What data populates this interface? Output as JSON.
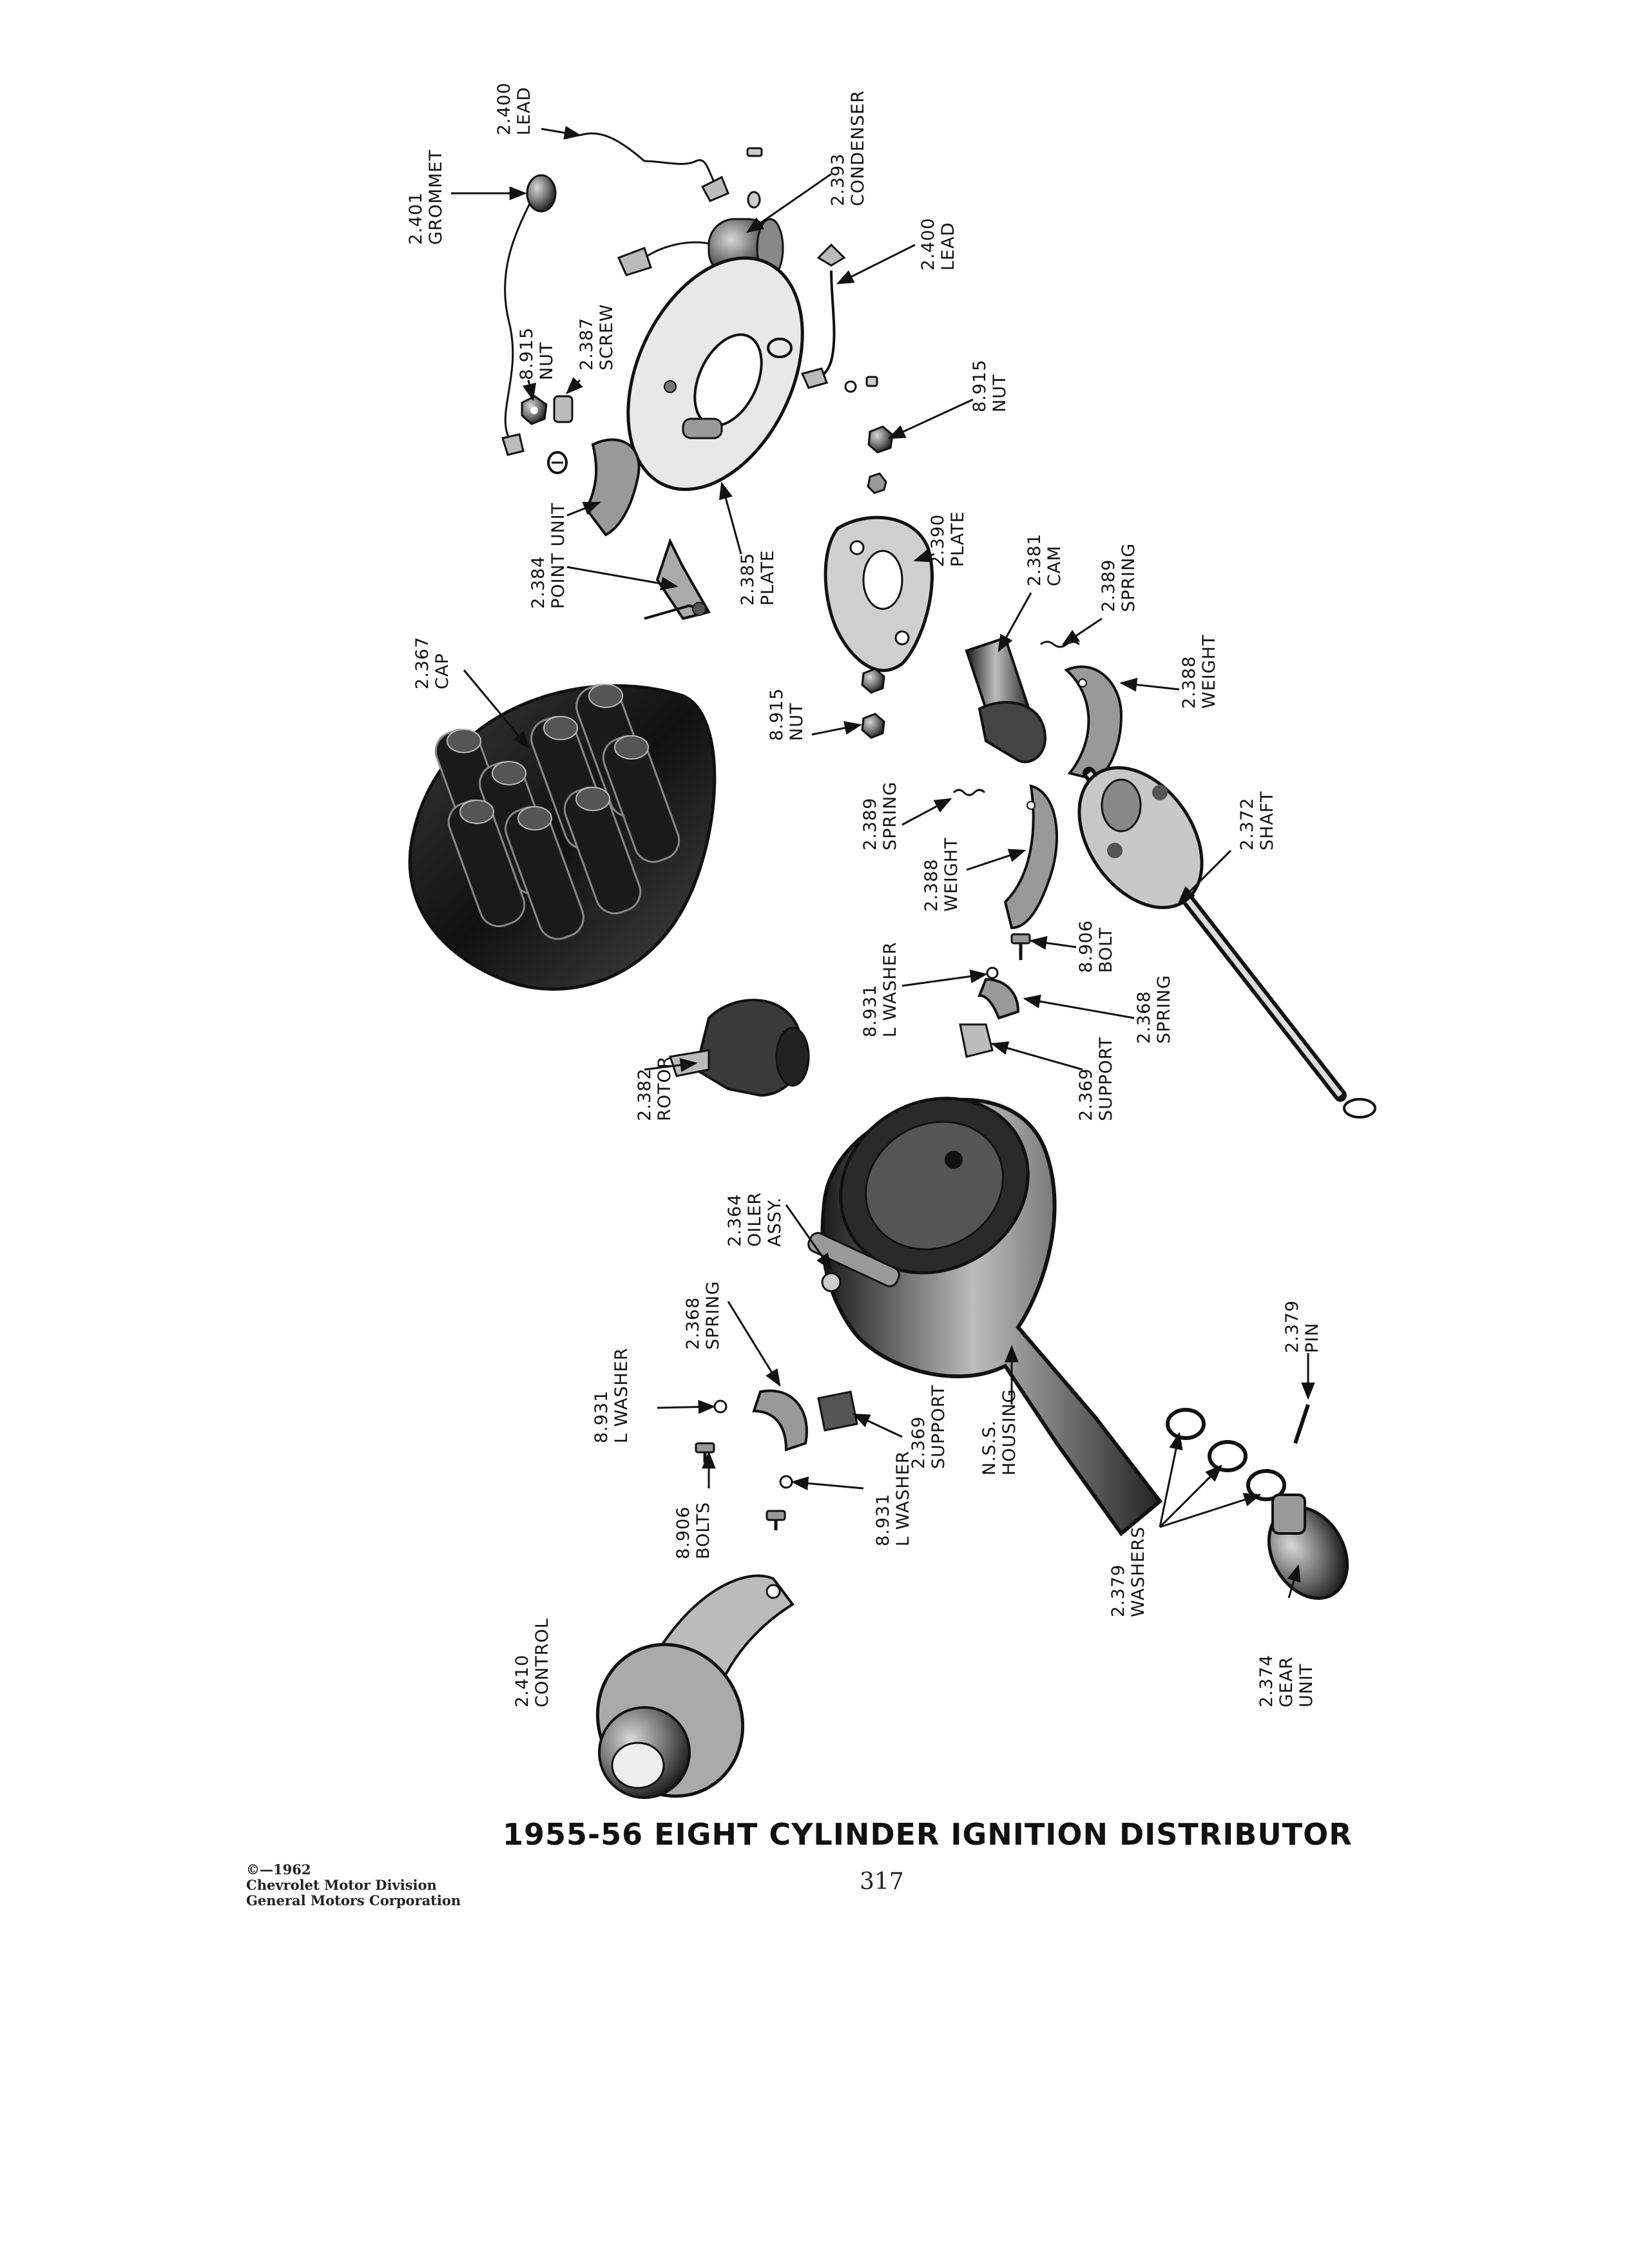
{
  "title": "1955-56 EIGHT CYLINDER IGNITION DISTRIBUTOR",
  "footer": {
    "copyright": "©—1962",
    "line2": "Chevrolet Motor Division",
    "line3": "General Motors Corporation"
  },
  "page_number": "317",
  "callouts": {
    "lead_top": [
      "2.400",
      "LEAD"
    ],
    "grommet": [
      "2.401",
      "GROMMET"
    ],
    "condenser": [
      "2.393",
      "CONDENSER"
    ],
    "lead_right": [
      "2.400",
      "LEAD"
    ],
    "nut_upper": [
      "8.915",
      "NUT"
    ],
    "screw": [
      "2.387",
      "SCREW"
    ],
    "nut_right": [
      "8.915",
      "NUT"
    ],
    "point_unit": [
      "2.384",
      "POINT UNIT"
    ],
    "plate_breaker": [
      "2.385",
      "PLATE"
    ],
    "plate_felt": [
      "2.390",
      "PLATE"
    ],
    "cam": [
      "2.381",
      "CAM"
    ],
    "spring_cam": [
      "2.389",
      "SPRING"
    ],
    "cap": [
      "2.367",
      "CAP"
    ],
    "nut_lower": [
      "8.915",
      "NUT"
    ],
    "weight_upper": [
      "2.388",
      "WEIGHT"
    ],
    "spring_mid": [
      "2.389",
      "SPRING"
    ],
    "weight_mid": [
      "2.388",
      "WEIGHT"
    ],
    "shaft": [
      "2.372",
      "SHAFT"
    ],
    "lwasher_upper": [
      "8.931",
      "L WASHER"
    ],
    "bolt_upper": [
      "8.906",
      "BOLT"
    ],
    "spring_support_upper": [
      "2.368",
      "SPRING"
    ],
    "support_upper": [
      "2.369",
      "SUPPORT"
    ],
    "rotor": [
      "2.382",
      "ROTOR"
    ],
    "oiler": [
      "2.364",
      "OILER",
      "ASSY."
    ],
    "spring_lower": [
      "2.368",
      "SPRING"
    ],
    "lwasher_lower_left": [
      "8.931",
      "L WASHER"
    ],
    "support_lower": [
      "2.369",
      "SUPPORT"
    ],
    "housing": [
      "N.S.S.",
      "HOUSING"
    ],
    "pin": [
      "2.379",
      "PIN"
    ],
    "bolts_lower": [
      "8.906",
      "BOLTS"
    ],
    "lwasher_lower_right": [
      "8.931",
      "L WASHER"
    ],
    "washers": [
      "2.379",
      "WASHERS"
    ],
    "gear_unit": [
      "2.374",
      "GEAR",
      "UNIT"
    ],
    "control": [
      "2.410",
      "CONTROL"
    ]
  }
}
